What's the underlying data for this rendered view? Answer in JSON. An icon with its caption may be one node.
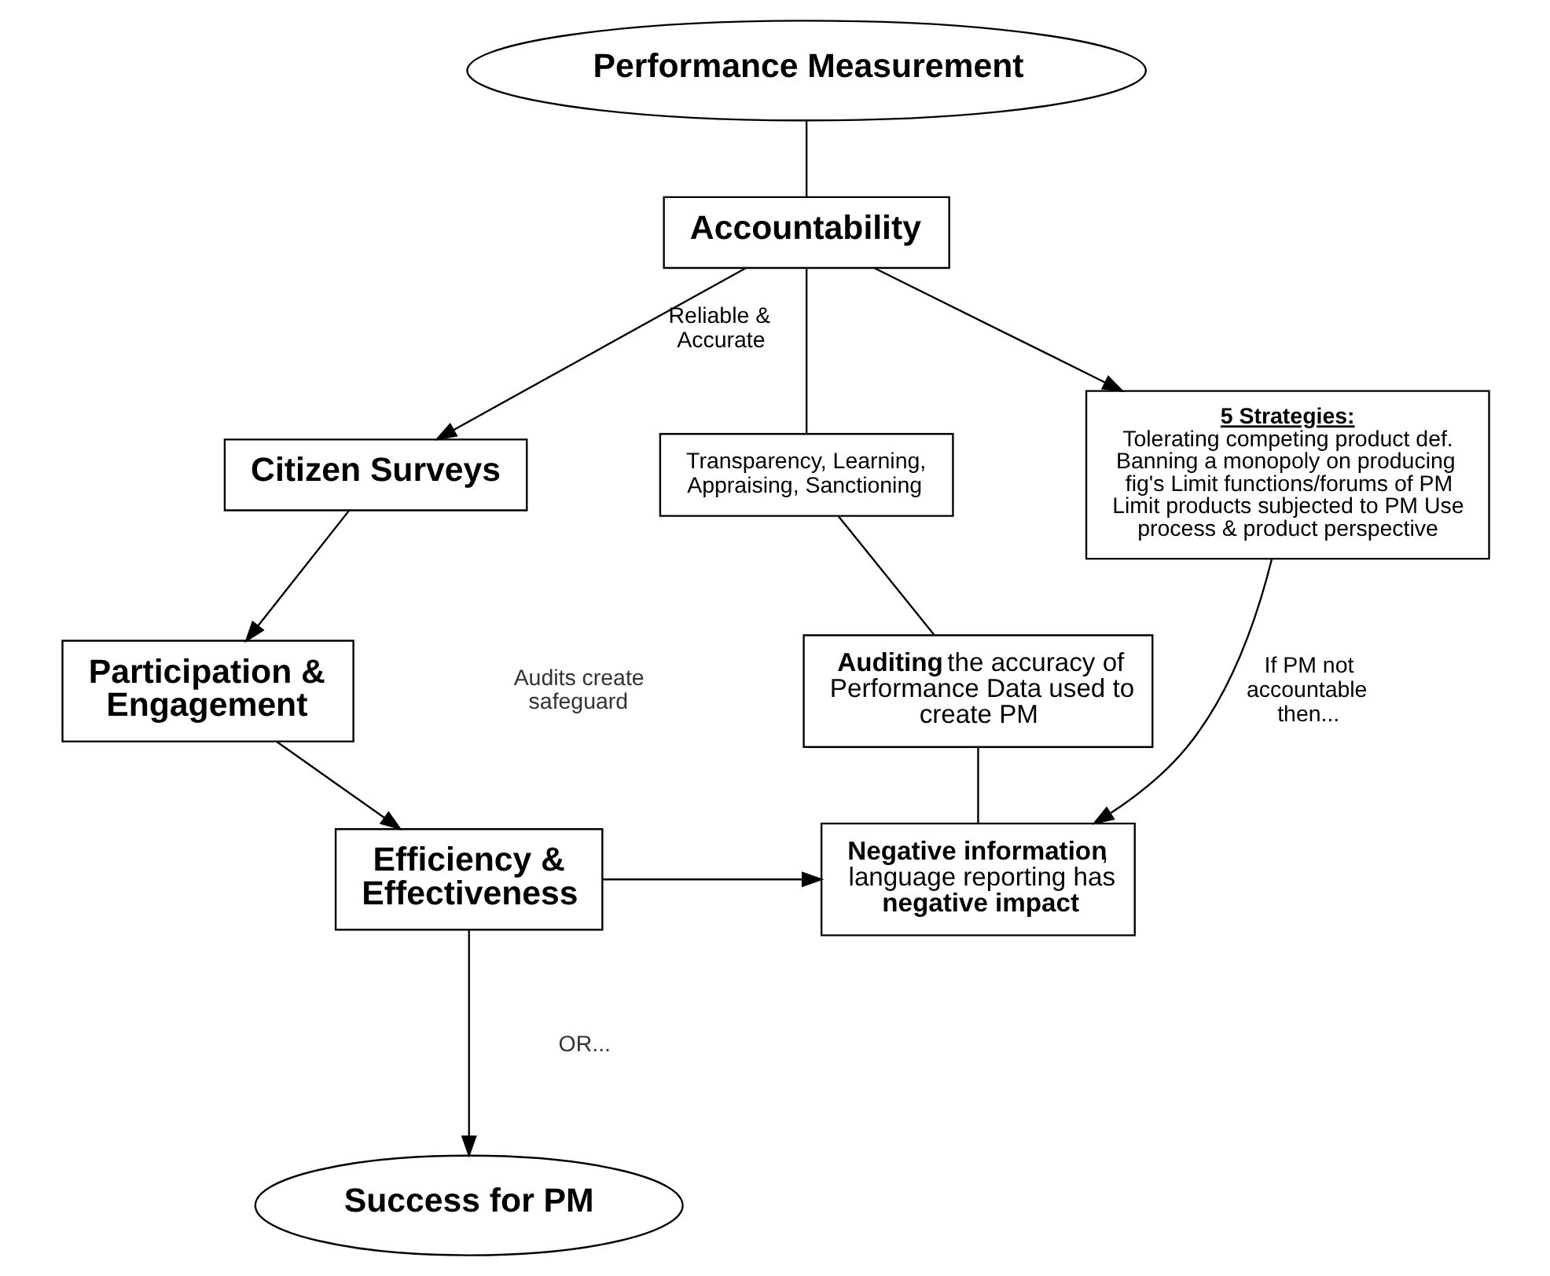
{
  "diagram": {
    "nodes": [
      {
        "text": [
          "Performance Measurement"
        ]
      },
      {
        "text": [
          "Accountability"
        ]
      },
      {
        "text": [
          "Citizen Surveys"
        ]
      },
      {
        "text": [
          "Transparency, Learning, Appraising, Sanctioning"
        ]
      },
      {
        "text": [
          "5 Strategies:",
          "Tolerating competing product def. Banning a monopoly on producing fig's Limit functions/forums of PM Limit products subjected to PM Use process & product perspective"
        ]
      },
      {
        "text": [
          "Participation & Engagement"
        ]
      },
      {
        "text": [
          "**Auditing** the accuracy of Performance Data used to create PM"
        ]
      },
      {
        "text": [
          "Efficiency & Effectiveness"
        ]
      },
      {
        "text": [
          "**Negative information**, language reporting has **negative impact**"
        ]
      },
      {
        "text": [
          "Success for PM"
        ]
      }
    ],
    "edges": [
      {
        "from": 0,
        "to": 1,
        "arrow": "none"
      },
      {
        "from": 1,
        "to": 2,
        "arrow": "to",
        "label": "Reliable & Accurate"
      },
      {
        "from": 1,
        "to": 3,
        "arrow": "none"
      },
      {
        "from": 1,
        "to": 4,
        "arrow": "to"
      },
      {
        "from": 2,
        "to": 5,
        "arrow": "to"
      },
      {
        "from": 3,
        "to": 6,
        "arrow": "none"
      },
      {
        "from": 5,
        "to": 7,
        "arrow": "to"
      },
      {
        "from": 6,
        "to": 8,
        "arrow": "none"
      },
      {
        "from": 4,
        "to": 8,
        "arrow": "to",
        "label": "If PM not accountable then..."
      },
      {
        "from": 7,
        "to": 8,
        "arrow": "to"
      },
      {
        "from": 7,
        "to": 9,
        "arrow": "to"
      }
    ],
    "labels": [
      "Audits create safeguard",
      "OR..."
    ]
  }
}
